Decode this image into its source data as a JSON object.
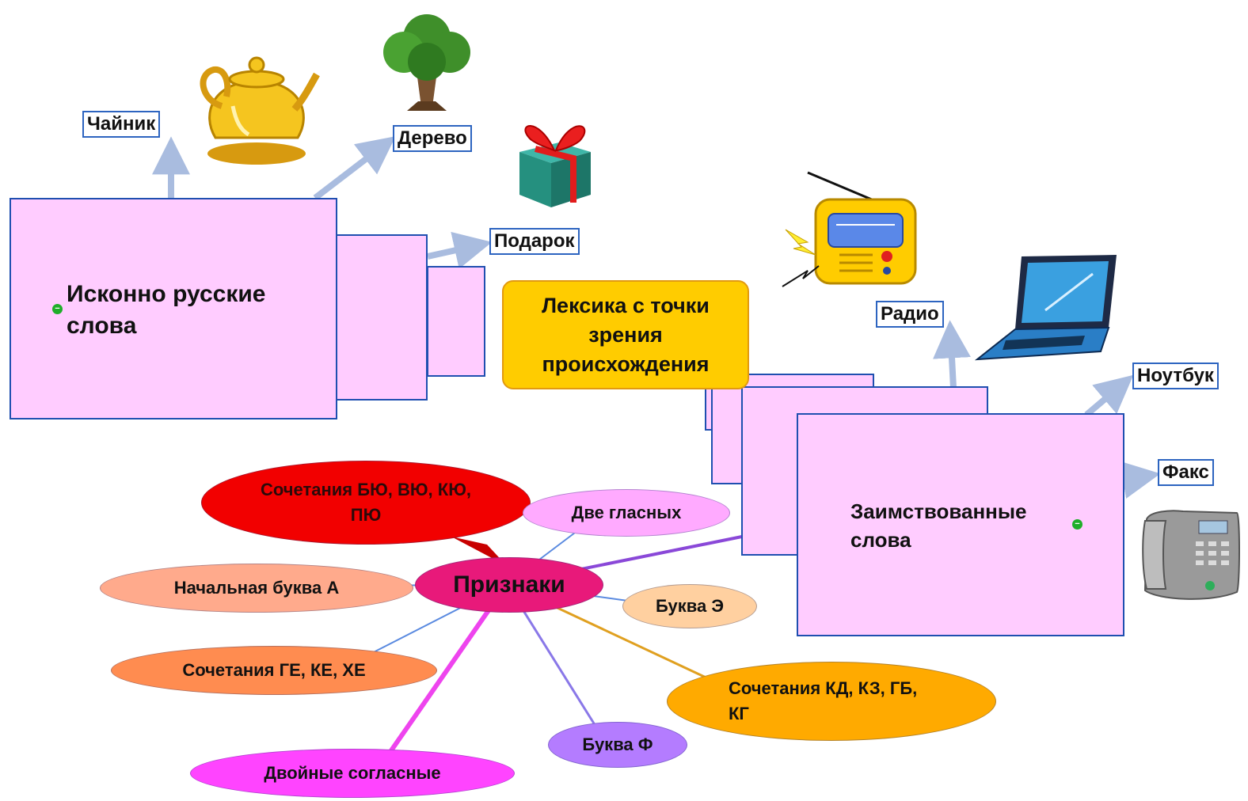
{
  "central_topic": "Лексика с точки зрения происхождения",
  "branches": {
    "native": {
      "title": "Исконно русские слова",
      "examples": [
        "Чайник",
        "Дерево",
        "Подарок"
      ]
    },
    "borrowed": {
      "title": "Заимствованные слова",
      "examples": [
        "Радио",
        "Ноутбук",
        "Факс"
      ]
    }
  },
  "features": {
    "hub": "Признаки",
    "items": [
      {
        "text": "Сочетания БЮ, ВЮ, КЮ, ПЮ",
        "color": "#f20000"
      },
      {
        "text": "Две гласных",
        "color": "#ffaaff"
      },
      {
        "text": "Начальная буква А",
        "color": "#ffaa8c"
      },
      {
        "text": "Буква Э",
        "color": "#ffd0a0"
      },
      {
        "text": "Сочетания ГЕ, КЕ, ХЕ",
        "color": "#ff8c50"
      },
      {
        "text": "Сочетания КД, КЗ, ГБ, КГ",
        "color": "#ffaa00"
      },
      {
        "text": "Буква Ф",
        "color": "#b47cff"
      },
      {
        "text": "Двойные согласные",
        "color": "#ff44ff"
      }
    ],
    "hub_color": "#e8197a"
  },
  "pictures": [
    "teapot",
    "tree",
    "gift",
    "radio",
    "laptop",
    "phone"
  ],
  "colors": {
    "box_fill": "#ffccff",
    "box_border": "#1f4fb0",
    "central_fill": "#ffcc00",
    "arrow": "#a9bcdf"
  }
}
